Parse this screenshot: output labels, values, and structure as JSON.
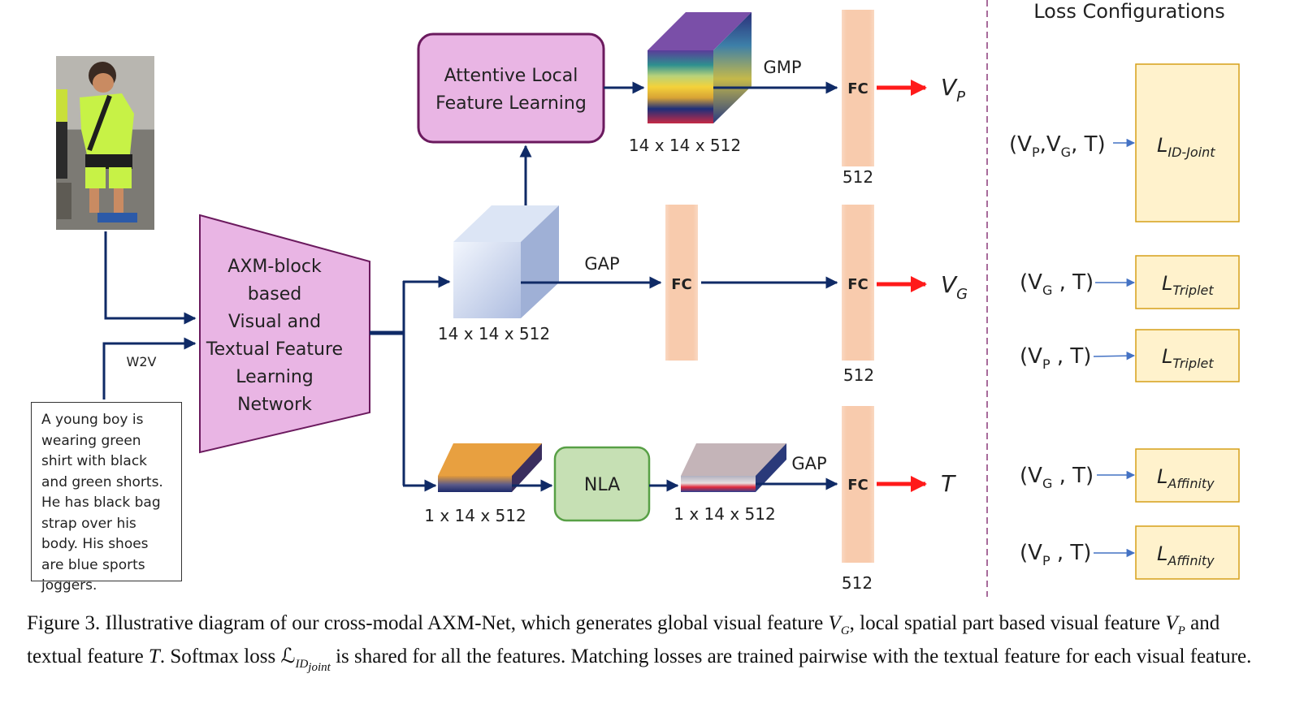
{
  "diagram": {
    "text_input": "A young boy is wearing green shirt with black and green shorts. He has black bag strap over his body. His shoes are blue sports joggers.",
    "w2v_label": "W2V",
    "axm_block": [
      "AXM-block",
      "based",
      "Visual and",
      "Textual Feature",
      "Learning",
      "Network"
    ],
    "attentive_block": [
      "Attentive Local",
      "Feature Learning"
    ],
    "nla_label": "NLA",
    "dims": {
      "cube_local": "14 x 14 x 512",
      "cube_global": "14 x 14 x 512",
      "slab_text_1": "1 x 14 x 512",
      "slab_text_2": "1 x 14 x 512"
    },
    "ops": {
      "gmp": "GMP",
      "gap_global": "GAP",
      "gap_text": "GAP"
    },
    "fc_label": "FC",
    "fc_dims": {
      "top": "512",
      "mid": "512",
      "bottom": "512"
    },
    "outputs": {
      "vp": "V",
      "vp_sub": "P",
      "vg": "V",
      "vg_sub": "G",
      "t": "T"
    },
    "loss_title": "Loss Configurations",
    "losses": [
      {
        "input": "(V",
        "sub1": "P",
        "mid": ",V",
        "sub2": "G",
        "tail": ", T)",
        "name": "L",
        "name_sub": "ID-Joint"
      },
      {
        "input": "(V",
        "sub1": "G",
        "tail": " , T)",
        "name": "L",
        "name_sub": "Triplet"
      },
      {
        "input": "(V",
        "sub1": "P",
        "tail": " , T)",
        "name": "L",
        "name_sub": "Triplet"
      },
      {
        "input": "(V",
        "sub1": "G",
        "tail": " , T)",
        "name": "L",
        "name_sub": "Affinity"
      },
      {
        "input": "(V",
        "sub1": "P",
        "tail": " , T)",
        "name": "L",
        "name_sub": "Affinity"
      }
    ],
    "colors": {
      "arrow": "#0f2a66",
      "output_arrow": "#ff1a1a",
      "block_fill": "#e9b5e4",
      "block_stroke": "#6b1a5e",
      "nla_fill": "#c6e0b4",
      "nla_stroke": "#58a046",
      "fc_fill": "#f8cbad",
      "loss_fill": "#fff2cc",
      "loss_stroke": "#d6a019",
      "divider": "#8b3a7a",
      "loss_arrow": "#4472c4"
    }
  },
  "caption": {
    "part1": "Figure 3. Illustrative diagram of our cross-modal AXM-Net, which generates global visual feature ",
    "vg": "V",
    "vg_sub": "G",
    "part2": ", local spatial part based visual feature ",
    "vp": "V",
    "vp_sub": "P",
    "part3": " and textual feature ",
    "t": "T",
    "part4": ". Softmax loss ",
    "loss": "ℒ",
    "loss_sub": "ID",
    "loss_subsub": "joint",
    "part5": " is shared for all the features. Matching losses are trained pairwise with the textual feature for each visual feature."
  }
}
